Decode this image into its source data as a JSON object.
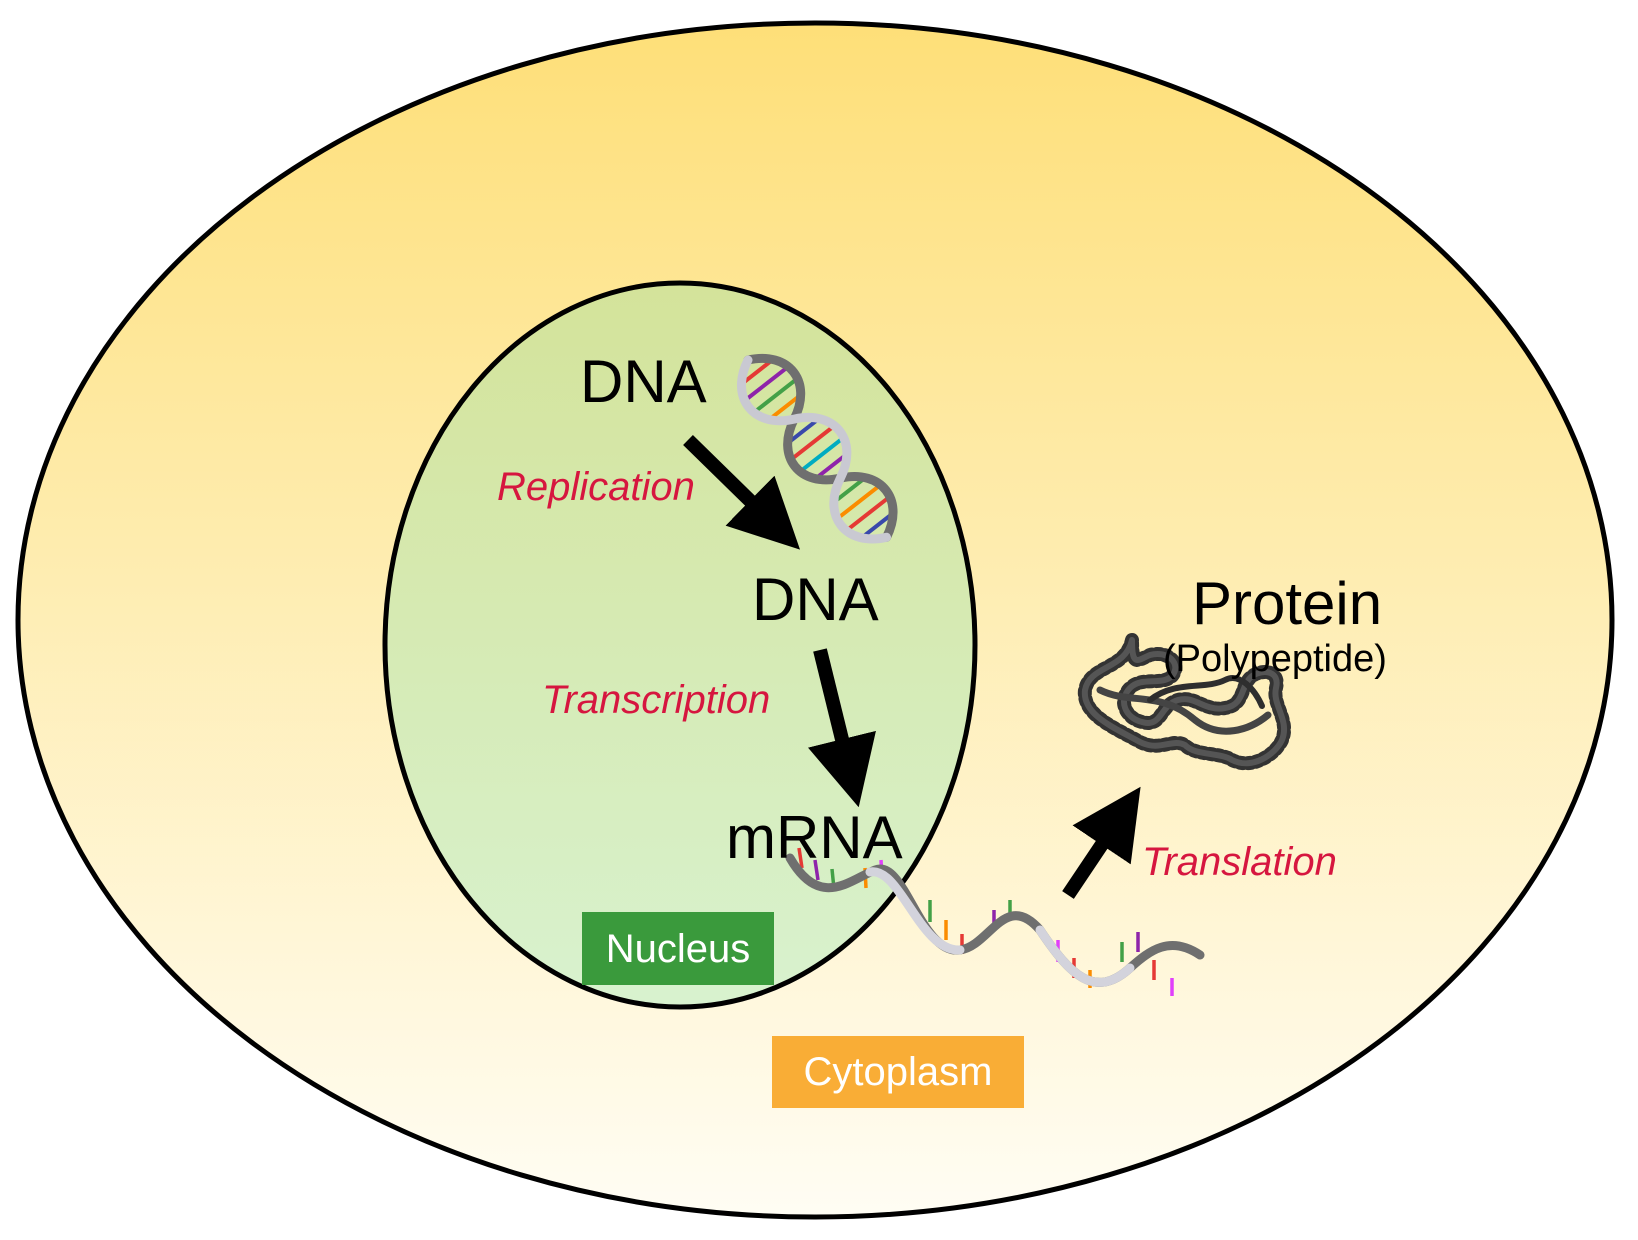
{
  "labels": {
    "dna_top": "DNA",
    "dna_mid": "DNA",
    "mrna": "mRNA",
    "protein": "Protein",
    "polypeptide": "(Polypeptide)"
  },
  "processes": {
    "replication": "Replication",
    "transcription": "Transcription",
    "translation": "Translation"
  },
  "compartments": {
    "nucleus": "Nucleus",
    "cytoplasm": "Cytoplasm"
  },
  "colors": {
    "cell_fill_top": "#fedf78",
    "cell_fill_bottom": "#fffdf4",
    "nucleus_fill_top": "#d4e39a",
    "nucleus_fill_bottom": "#d8f2cf",
    "process_text": "#d6163f",
    "nucleus_tag": "#3a9a3c",
    "cytoplasm_tag": "#f9ad36"
  },
  "icons": [
    "dna-double-helix-icon",
    "mrna-strand-icon",
    "protein-polypeptide-icon"
  ]
}
